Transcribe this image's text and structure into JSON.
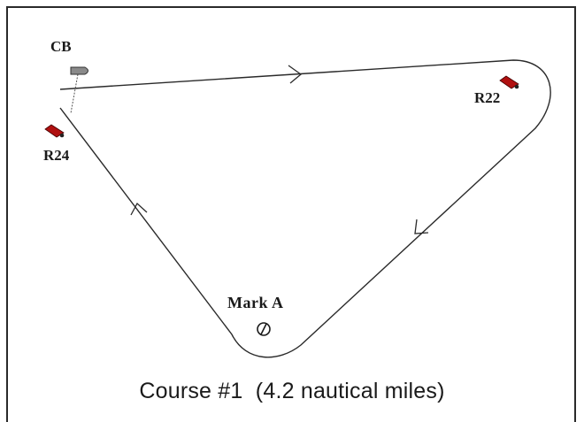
{
  "diagram": {
    "marks": {
      "committee_boat": {
        "label": "CB",
        "icon": "committee-boat-icon",
        "color": "#808080"
      },
      "r24": {
        "label": "R24",
        "icon": "red-buoy-icon",
        "color": "#b01010"
      },
      "r22": {
        "label": "R22",
        "icon": "red-buoy-icon",
        "color": "#b01010"
      },
      "mark_a": {
        "label": "Mark A",
        "icon": "round-buoy-icon"
      }
    },
    "course": {
      "line_color": "#2a2a2a",
      "direction_icon": "arrowhead-icon"
    },
    "caption": "Course #1  (4.2 nautical miles)"
  }
}
